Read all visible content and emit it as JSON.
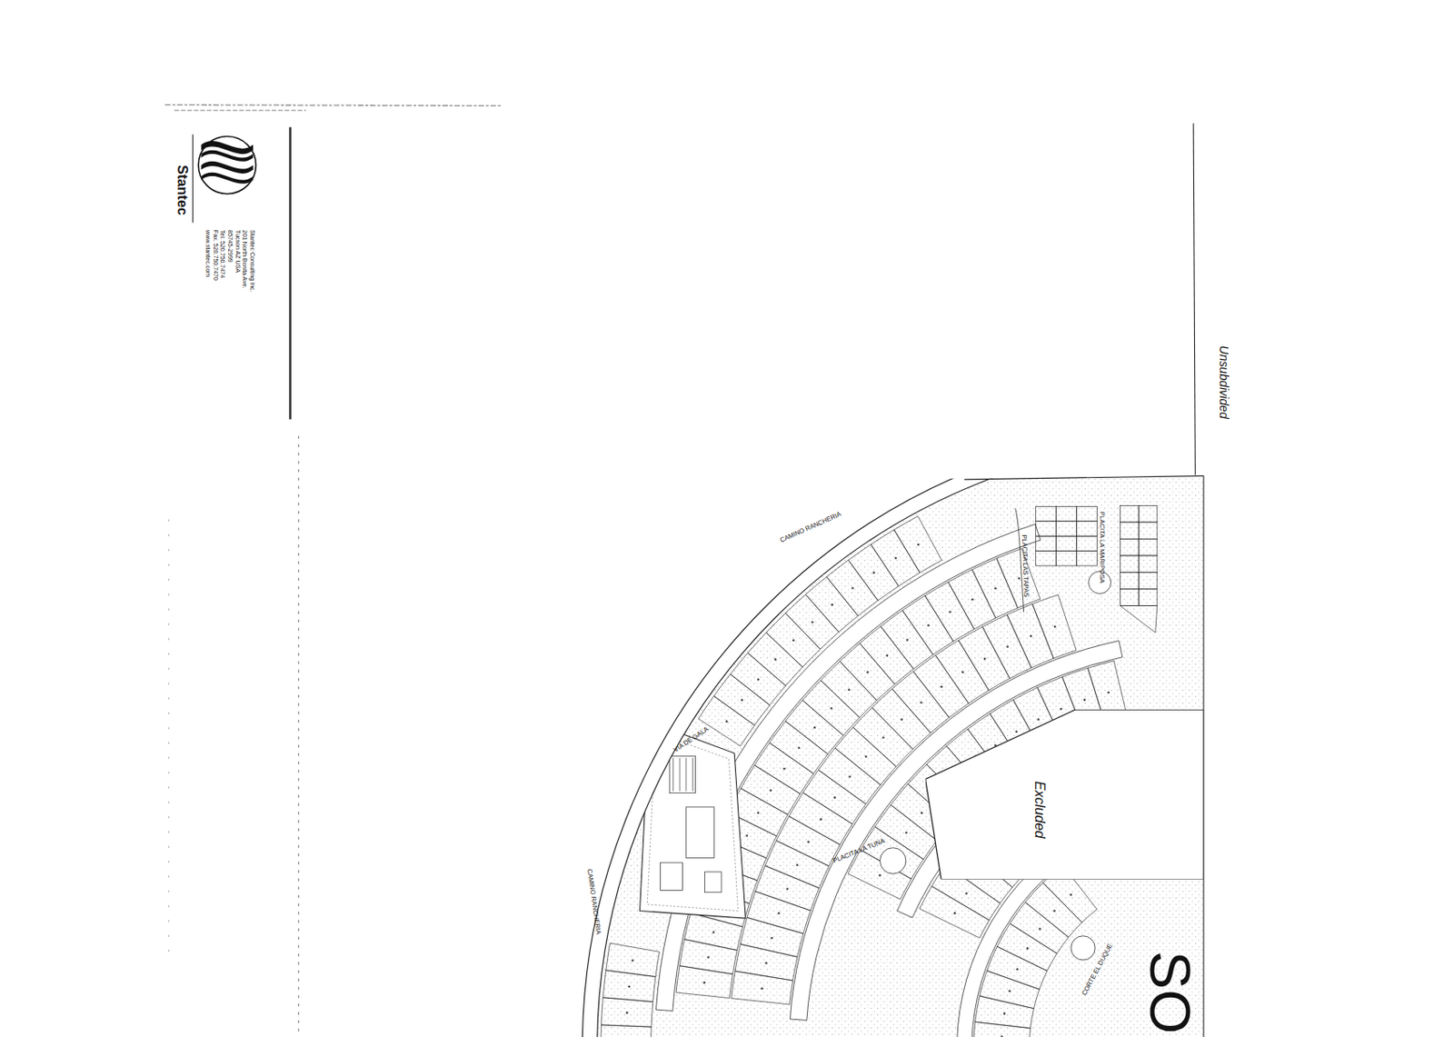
{
  "diagram": {
    "nodes": [
      {
        "text": [
          "Excluded"
        ]
      }
    ],
    "labels": [
      "Stantec",
      "Stantec Consulting Inc.",
      "201 North Bonita Ave.",
      "Tucson AZ USA",
      "85745-2999",
      "Tel. 520.750.7474",
      "Fax. 520.750.7470",
      "www.stantec.com",
      "Unsubdivided",
      "CAMINO RANCHERIA",
      "CAMINO RANCHERIA",
      "VIA DE GALA",
      "PLACITA LAS TAPAS",
      "PLACITA LA MARIPOSA",
      "PLACITA LA TUNA",
      "CORTE EL DUQUE",
      "SO"
    ]
  }
}
